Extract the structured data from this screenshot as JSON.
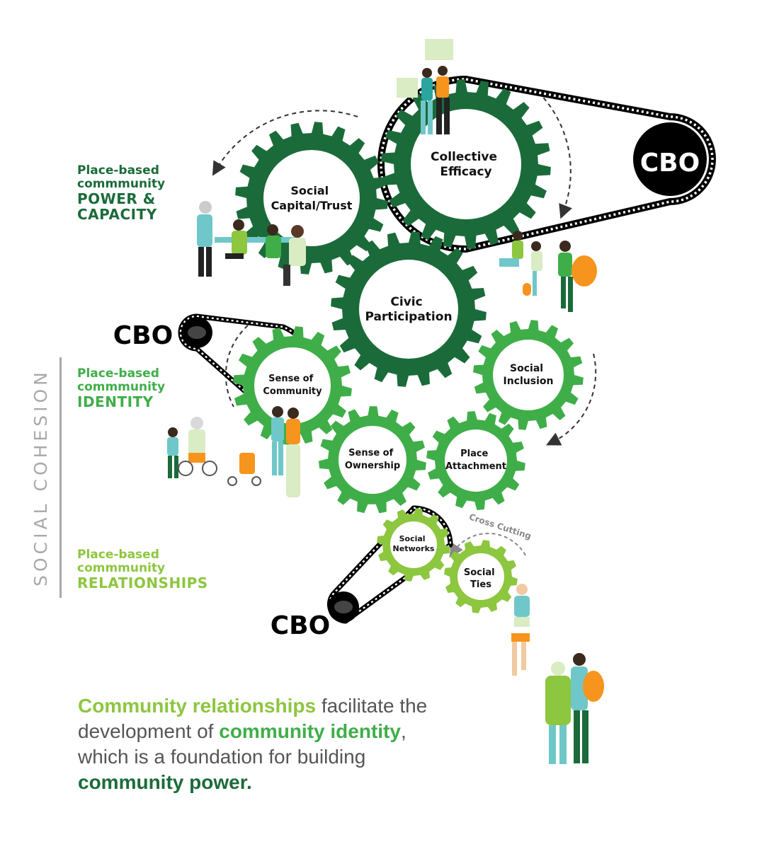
{
  "colors": {
    "dark_green": "#1b6b3a",
    "mid_green": "#3fae49",
    "light_green": "#8dc63f",
    "grey": "#a7a9ac",
    "black": "#000000"
  },
  "side_title": "SOCIAL COHESION",
  "labels": {
    "power": {
      "line1": "Place-based",
      "line2": "commmunity",
      "line3": "POWER &",
      "line4": "CAPACITY"
    },
    "identity": {
      "line1": "Place-based",
      "line2": "commmunity",
      "line3": "IDENTITY"
    },
    "relationships": {
      "line1": "Place-based",
      "line2": "commmunity",
      "line3": "RELATIONSHIPS"
    }
  },
  "gears": [
    {
      "id": "collective-efficacy",
      "lines": [
        "Collective",
        "Efficacy"
      ],
      "tone": "dark"
    },
    {
      "id": "social-capital",
      "lines": [
        "Social",
        "Capital/Trust"
      ],
      "tone": "dark"
    },
    {
      "id": "civic-participation",
      "lines": [
        "Civic",
        "Participation"
      ],
      "tone": "dark"
    },
    {
      "id": "sense-of-community",
      "lines": [
        "Sense of",
        "Community"
      ],
      "tone": "mid"
    },
    {
      "id": "social-inclusion",
      "lines": [
        "Social",
        "Inclusion"
      ],
      "tone": "mid"
    },
    {
      "id": "sense-of-ownership",
      "lines": [
        "Sense of",
        "Ownership"
      ],
      "tone": "mid"
    },
    {
      "id": "place-attachment",
      "lines": [
        "Place",
        "Attachment"
      ],
      "tone": "mid"
    },
    {
      "id": "social-networks",
      "lines": [
        "Social",
        "Networks"
      ],
      "tone": "light"
    },
    {
      "id": "social-ties",
      "lines": [
        "Social",
        "Ties"
      ],
      "tone": "light"
    }
  ],
  "cbo_labels": [
    "CBO",
    "CBO",
    "CBO"
  ],
  "cross_cutting": "Cross Cutting",
  "caption": {
    "p1": "Community relationships",
    "p2": " facilitate the development of ",
    "p3": "community identity",
    "p4": ", which is a foundation for building ",
    "p5": "community power."
  }
}
